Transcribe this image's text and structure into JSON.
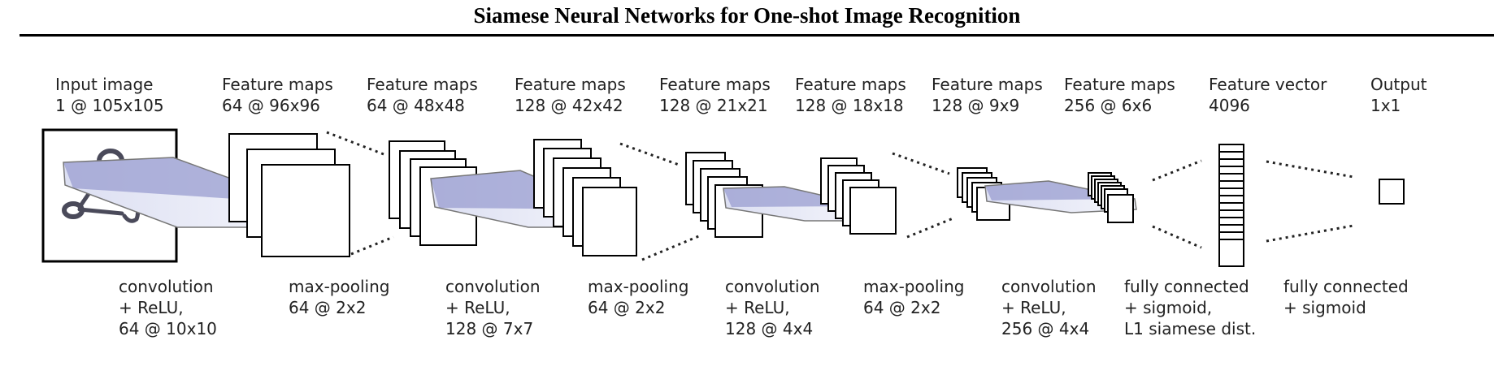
{
  "header": {
    "title": "Siamese Neural Networks for One-shot Image Recognition"
  },
  "diagram": {
    "top_labels": [
      {
        "line1": "Input image",
        "line2": "1 @ 105x105"
      },
      {
        "line1": "Feature maps",
        "line2": "64 @ 96x96"
      },
      {
        "line1": "Feature maps",
        "line2": "64 @ 48x48"
      },
      {
        "line1": "Feature maps",
        "line2": "128 @ 42x42"
      },
      {
        "line1": "Feature maps",
        "line2": "128 @ 21x21"
      },
      {
        "line1": "Feature maps",
        "line2": "128 @ 18x18"
      },
      {
        "line1": "Feature maps",
        "line2": "128 @ 9x9"
      },
      {
        "line1": "Feature maps",
        "line2": "256 @ 6x6"
      },
      {
        "line1": "Feature vector",
        "line2": "4096"
      },
      {
        "line1": "Output",
        "line2": "1x1"
      }
    ],
    "bottom_labels": [
      {
        "line1": "convolution",
        "line2": "+ ReLU,",
        "line3": "64 @ 10x10"
      },
      {
        "line1": "max-pooling",
        "line2": "64 @ 2x2",
        "line3": ""
      },
      {
        "line1": "convolution",
        "line2": "+ ReLU,",
        "line3": "128 @ 7x7"
      },
      {
        "line1": "max-pooling",
        "line2": "64 @ 2x2",
        "line3": ""
      },
      {
        "line1": "convolution",
        "line2": "+ ReLU,",
        "line3": "128 @ 4x4"
      },
      {
        "line1": "max-pooling",
        "line2": "64 @ 2x2",
        "line3": ""
      },
      {
        "line1": "convolution",
        "line2": "+ ReLU,",
        "line3": "256 @ 4x4"
      },
      {
        "line1": "fully connected",
        "line2": "+ sigmoid,",
        "line3": "L1 siamese dist."
      },
      {
        "line1": "fully connected",
        "line2": "+ sigmoid",
        "line3": ""
      }
    ],
    "colors": {
      "kernel_fill": "#8c8fc8",
      "kernel_fill_light": "#eceef8",
      "kernel_stroke": "#777777",
      "map_stroke": "#000000",
      "sketch": "#5a5a6a"
    }
  }
}
